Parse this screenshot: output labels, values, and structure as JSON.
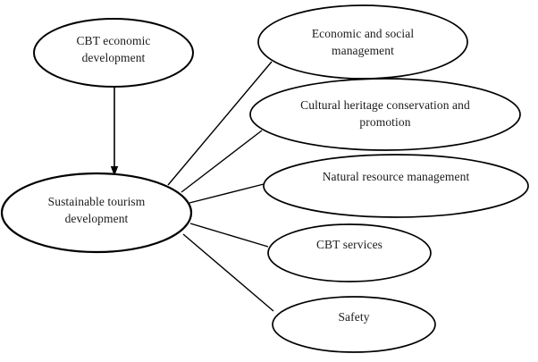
{
  "diagram": {
    "type": "concept-map",
    "background_color": "#ffffff",
    "stroke_color": "#000000",
    "text_color": "#1a1a1a",
    "nodes": {
      "cbt_economic": {
        "label": "CBT economic development",
        "shape": "ellipse"
      },
      "sustainable": {
        "label": "Sustainable tourism development",
        "shape": "ellipse"
      },
      "economic_social": {
        "label": "Economic and social management",
        "shape": "ellipse"
      },
      "cultural_heritage": {
        "label": "Cultural heritage conservation and promotion",
        "shape": "ellipse"
      },
      "natural_resource": {
        "label": "Natural resource management",
        "shape": "ellipse"
      },
      "cbt_services": {
        "label": "CBT services",
        "shape": "ellipse"
      },
      "safety": {
        "label": "Safety",
        "shape": "ellipse"
      }
    },
    "edges": [
      {
        "from": "CBT economic development",
        "to": "Sustainable tourism development",
        "type": "arrow"
      },
      {
        "from": "Sustainable tourism development",
        "to": "Economic and social management",
        "type": "line"
      },
      {
        "from": "Sustainable tourism development",
        "to": "Cultural heritage conservation and promotion",
        "type": "line"
      },
      {
        "from": "Sustainable tourism development",
        "to": "Natural resource management",
        "type": "line"
      },
      {
        "from": "Sustainable tourism development",
        "to": "CBT services",
        "type": "line"
      },
      {
        "from": "Sustainable tourism development",
        "to": "Safety",
        "type": "line"
      }
    ]
  }
}
